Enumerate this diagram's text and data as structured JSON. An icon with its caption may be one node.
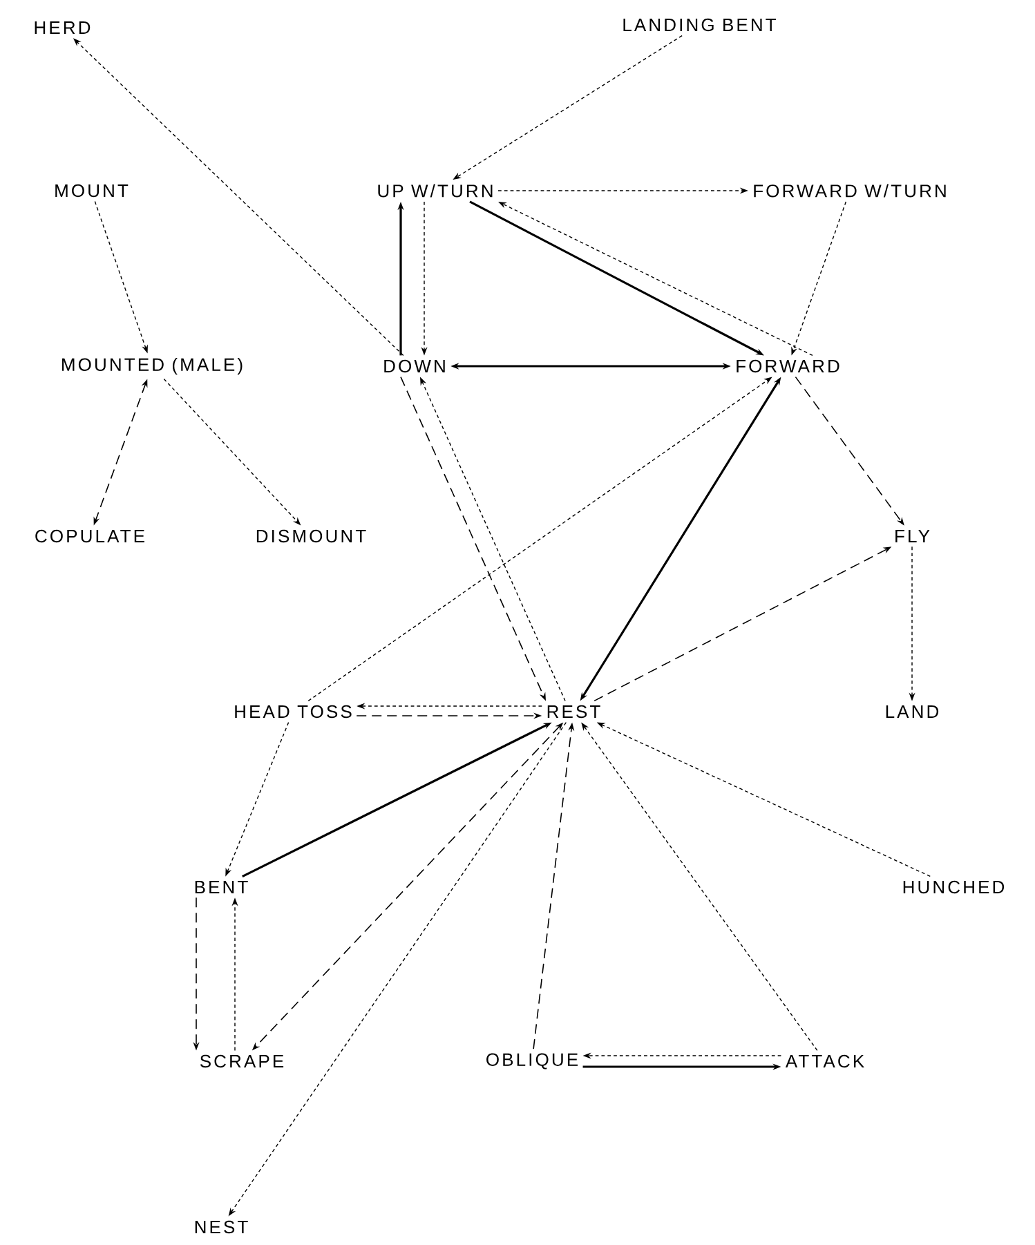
{
  "diagram": {
    "nodes": [
      {
        "text": [
          "HERD"
        ]
      },
      {
        "text": [
          "LANDING BENT"
        ]
      },
      {
        "text": [
          "MOUNT"
        ]
      },
      {
        "text": [
          "UP W/TURN"
        ]
      },
      {
        "text": [
          "FORWARD W/TURN"
        ]
      },
      {
        "text": [
          "MOUNTED (MALE)"
        ]
      },
      {
        "text": [
          "DOWN"
        ]
      },
      {
        "text": [
          "FORWARD"
        ]
      },
      {
        "text": [
          "COPULATE"
        ]
      },
      {
        "text": [
          "DISMOUNT"
        ]
      },
      {
        "text": [
          "FLY"
        ]
      },
      {
        "text": [
          "HEAD TOSS"
        ]
      },
      {
        "text": [
          "REST"
        ]
      },
      {
        "text": [
          "LAND"
        ]
      },
      {
        "text": [
          "BENT"
        ]
      },
      {
        "text": [
          "HUNCHED"
        ]
      },
      {
        "text": [
          "SCRAPE"
        ]
      },
      {
        "text": [
          "OBLIQUE"
        ]
      },
      {
        "text": [
          "ATTACK"
        ]
      },
      {
        "text": [
          "NEST"
        ]
      }
    ],
    "edges": [
      {
        "from": 6,
        "to": 0,
        "arrow": "to",
        "style": "dashed"
      },
      {
        "from": 1,
        "to": 3,
        "arrow": "to",
        "style": "dashed"
      },
      {
        "from": 2,
        "to": 5,
        "arrow": "to",
        "style": "dashed"
      },
      {
        "from": 5,
        "to": 8,
        "arrow": "both",
        "style": "dashed"
      },
      {
        "from": 5,
        "to": 9,
        "arrow": "to",
        "style": "dashed"
      },
      {
        "from": 6,
        "to": 3,
        "arrow": "to"
      },
      {
        "from": 3,
        "to": 6,
        "arrow": "to",
        "style": "dashed"
      },
      {
        "from": 3,
        "to": 4,
        "arrow": "to",
        "style": "dashed"
      },
      {
        "from": 3,
        "to": 7,
        "arrow": "to"
      },
      {
        "from": 7,
        "to": 3,
        "arrow": "to",
        "style": "dashed"
      },
      {
        "from": 4,
        "to": 7,
        "arrow": "to",
        "style": "dashed"
      },
      {
        "from": 6,
        "to": 7,
        "arrow": "both"
      },
      {
        "from": 7,
        "to": 10,
        "arrow": "to",
        "style": "dashed"
      },
      {
        "from": 6,
        "to": 12,
        "arrow": "to",
        "style": "dashed"
      },
      {
        "from": 12,
        "to": 6,
        "arrow": "to",
        "style": "dashed"
      },
      {
        "from": 11,
        "to": 7,
        "arrow": "to",
        "style": "dashed"
      },
      {
        "from": 12,
        "to": 7,
        "arrow": "both"
      },
      {
        "from": 12,
        "to": 10,
        "arrow": "to",
        "style": "dashed"
      },
      {
        "from": 10,
        "to": 13,
        "arrow": "to",
        "style": "dashed"
      },
      {
        "from": 12,
        "to": 11,
        "arrow": "to",
        "style": "dashed"
      },
      {
        "from": 11,
        "to": 12,
        "arrow": "to",
        "style": "dashed"
      },
      {
        "from": 11,
        "to": 14,
        "arrow": "to",
        "style": "dashed"
      },
      {
        "from": 14,
        "to": 12,
        "arrow": "to"
      },
      {
        "from": 15,
        "to": 12,
        "arrow": "to",
        "style": "dashed"
      },
      {
        "from": 14,
        "to": 16,
        "arrow": "to",
        "style": "dashed"
      },
      {
        "from": 16,
        "to": 14,
        "arrow": "to",
        "style": "dashed"
      },
      {
        "from": 12,
        "to": 16,
        "arrow": "both",
        "style": "dashed"
      },
      {
        "from": 12,
        "to": 19,
        "arrow": "to",
        "style": "dashed"
      },
      {
        "from": 17,
        "to": 12,
        "arrow": "to",
        "style": "dashed"
      },
      {
        "from": 18,
        "to": 12,
        "arrow": "to",
        "style": "dashed"
      },
      {
        "from": 18,
        "to": 17,
        "arrow": "to",
        "style": "dashed"
      },
      {
        "from": 17,
        "to": 18,
        "arrow": "to"
      }
    ]
  }
}
